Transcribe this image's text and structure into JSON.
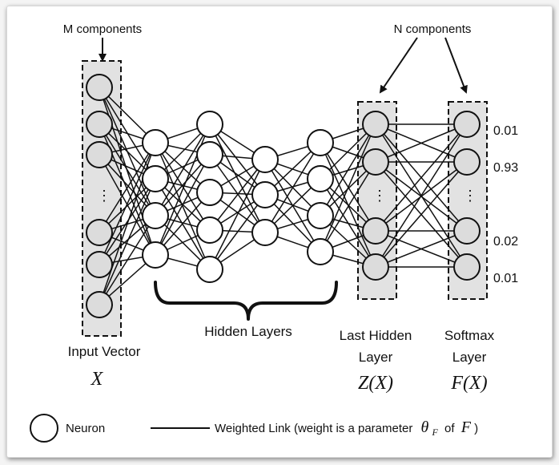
{
  "labels": {
    "m_components": "M components",
    "n_components": "N components",
    "input_vector": "Input Vector",
    "input_symbol": "X",
    "hidden_layers": "Hidden Layers",
    "last_hidden_line1": "Last Hidden",
    "last_hidden_line2": "Layer",
    "last_hidden_symbol": "Z(X)",
    "softmax_line1": "Softmax",
    "softmax_line2": "Layer",
    "softmax_symbol": "F(X)",
    "ellipsis": "⋮"
  },
  "outputs": [
    "0.01",
    "0.93",
    "0.02",
    "0.01"
  ],
  "legend": {
    "neuron": "Neuron",
    "weighted_link": "Weighted Link  (weight is a parameter",
    "theta": "θ",
    "theta_sub": "F",
    "of": "of",
    "f_symbol": "F",
    "close_paren": ")"
  },
  "colors": {
    "node_fill_gray": "#dcdcdc",
    "node_fill_white": "#ffffff",
    "box_fill": "#e2e2e2",
    "stroke": "#111111"
  }
}
